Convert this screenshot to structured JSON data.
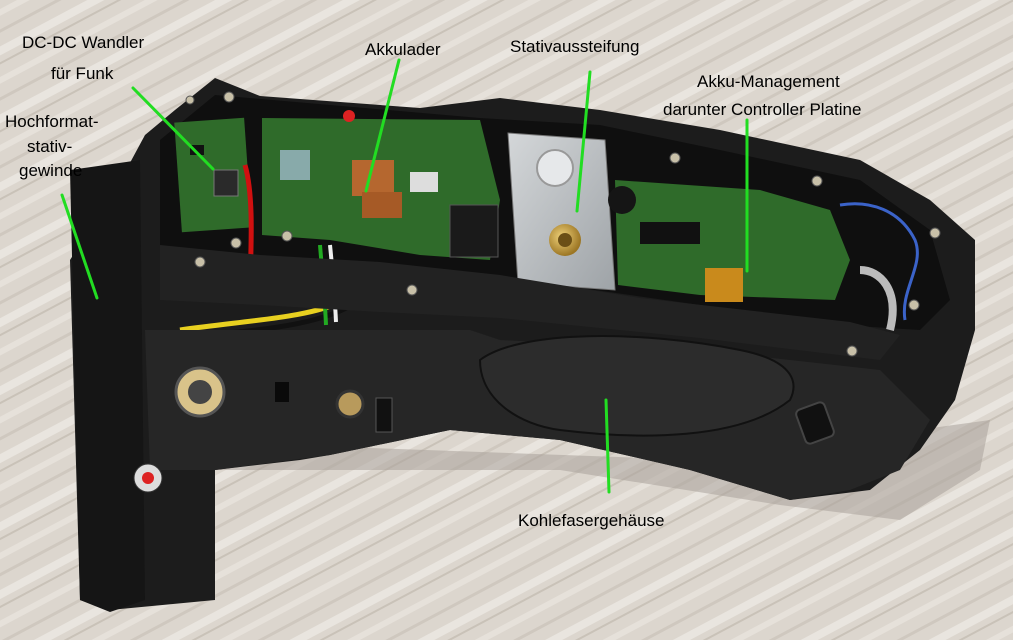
{
  "image": {
    "description_labels": {
      "dcdc_line1": "DC-DC Wandler",
      "dcdc_line2": "für Funk",
      "hochformat_line1": "Hochformat-",
      "hochformat_line2": "stativ-",
      "hochformat_line3": "gewinde",
      "akkulader": "Akkulader",
      "stativ": "Stativaussteifung",
      "akku_line1": "Akku-Management",
      "akku_line2": "darunter Controller Platine",
      "gehaeuse": "Kohlefasergehäuse"
    },
    "colors": {
      "leader_line": "#22dd22",
      "background_wood": "#d9d3cb",
      "housing": "#1c1c1c",
      "pcb": "#2f6b2a",
      "plate": "#bfc3c6",
      "brass": "#c9a24a"
    }
  }
}
